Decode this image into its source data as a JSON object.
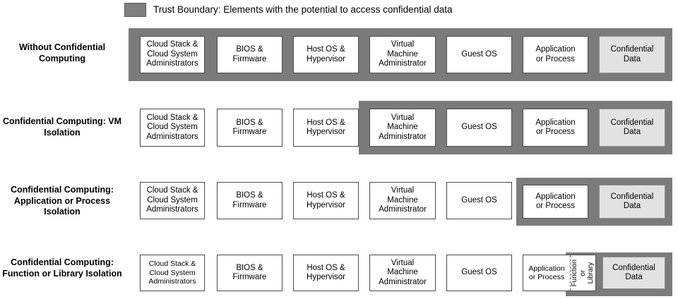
{
  "legend": {
    "swatch_icon": "trust-boundary-swatch",
    "text": "Trust Boundary: Elements with the potential to access confidential data",
    "swatch_color": "#808080"
  },
  "colors": {
    "boundary": "#7b7b7b",
    "node_fill": "#ffffff",
    "node_border": "#4a4a4a",
    "confidential_fill": "#e2e2e2"
  },
  "columns": [
    "Cloud Stack &\nCloud System\nAdministrators",
    "BIOS &\nFirmware",
    "Host OS &\nHypervisor",
    "Virtual\nMachine\nAdministrator",
    "Guest OS",
    "Application\nor Process",
    "Confidential\nData"
  ],
  "rows": [
    {
      "label": "Without\nConfidential Computing",
      "boundary_start_column": 0,
      "nodes": [
        "Cloud Stack &\nCloud System\nAdministrators",
        "BIOS &\nFirmware",
        "Host OS &\nHypervisor",
        "Virtual\nMachine\nAdministrator",
        "Guest OS",
        "Application\nor Process",
        "Confidential\nData"
      ]
    },
    {
      "label": "Confidential Computing:\nVM Isolation",
      "boundary_start_column": 3,
      "nodes": [
        "Cloud Stack &\nCloud System\nAdministrators",
        "BIOS &\nFirmware",
        "Host OS &\nHypervisor",
        "Virtual\nMachine\nAdministrator",
        "Guest OS",
        "Application\nor Process",
        "Confidential\nData"
      ]
    },
    {
      "label": "Confidential Computing:\nApplication or Process\nIsolation",
      "boundary_start_column": 5,
      "nodes": [
        "Cloud Stack &\nCloud System\nAdministrators",
        "BIOS &\nFirmware",
        "Host OS &\nHypervisor",
        "Virtual\nMachine\nAdministrator",
        "Guest OS",
        "Application\nor Process",
        "Confidential\nData"
      ]
    },
    {
      "label": "Confidential Computing:\nFunction or Library\nIsolation",
      "boundary_start_column": 5,
      "nodes": [
        "Cloud Stack &\nCloud System\nAdministrators",
        "BIOS &\nFirmware",
        "Host OS &\nHypervisor",
        "Virtual\nMachine\nAdministrator",
        "Guest OS",
        "Application\nor Process",
        "Confidential\nData"
      ],
      "nested_label": "Function\nor Library"
    }
  ]
}
